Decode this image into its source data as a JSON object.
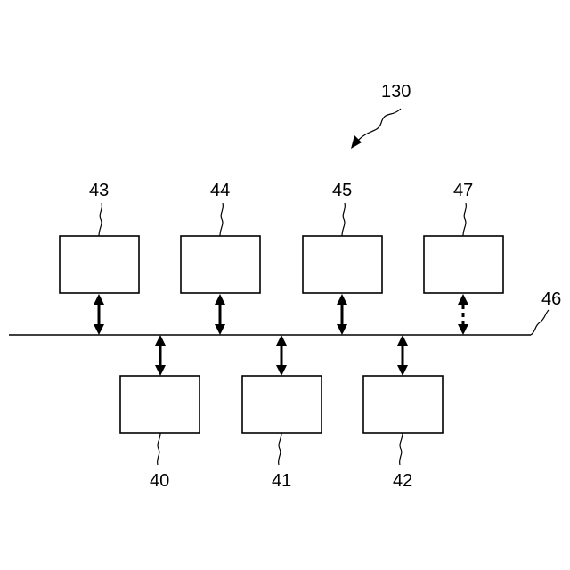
{
  "figure": {
    "label": "130",
    "bus_label": "46"
  },
  "top_blocks": [
    {
      "label": "43",
      "link": "solid"
    },
    {
      "label": "44",
      "link": "solid"
    },
    {
      "label": "45",
      "link": "solid"
    },
    {
      "label": "47",
      "link": "dashed"
    }
  ],
  "bottom_blocks": [
    {
      "label": "40",
      "link": "solid"
    },
    {
      "label": "41",
      "link": "solid"
    },
    {
      "label": "42",
      "link": "solid"
    }
  ]
}
